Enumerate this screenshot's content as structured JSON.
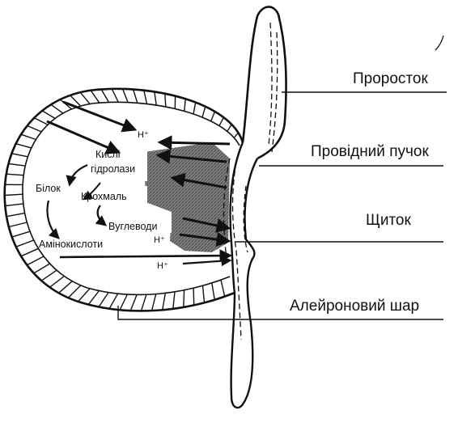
{
  "labels": {
    "sprout": "Проросток",
    "vascular_bundle": "Провідний пучок",
    "scutellum": "Щиток",
    "aleurone_layer": "Алейроновий шар"
  },
  "inner": {
    "acid_hydrolases_1": "Кислі",
    "acid_hydrolases_2": "гідролази",
    "protein": "Білок",
    "starch": "Крохмаль",
    "carbohydrates": "Вуглеводи",
    "amino_acids": "Амінокислоти",
    "proton_top": "H⁺",
    "proton_mid": "H⁺",
    "proton_low": "H⁺"
  },
  "colors": {
    "ink": "#111111",
    "shading": "#555555",
    "paper": "#ffffff"
  }
}
